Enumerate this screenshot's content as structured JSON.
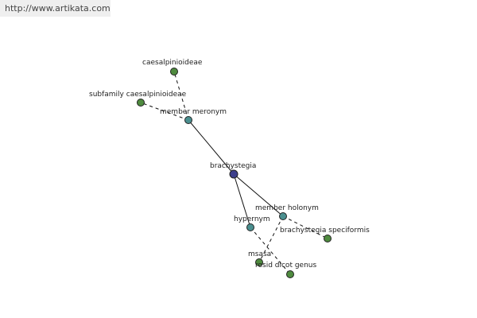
{
  "watermark": {
    "text": "http://www.artikata.com"
  },
  "colors": {
    "center": "#3d3f8c",
    "relation": "#4a8f8f",
    "leaf": "#4f8b3f"
  },
  "nodes": [
    {
      "id": "brachystegia",
      "label": "brachystegia",
      "kind": "center"
    },
    {
      "id": "member-meronym",
      "label": "member meronym",
      "kind": "relation"
    },
    {
      "id": "member-holonym",
      "label": "member holonym",
      "kind": "relation"
    },
    {
      "id": "hypernym",
      "label": "hypernym",
      "kind": "relation"
    },
    {
      "id": "caesalpinioideae",
      "label": "caesalpinioideae",
      "kind": "leaf"
    },
    {
      "id": "subfamily-caesalpinioideae",
      "label": "subfamily caesalpinioideae",
      "kind": "leaf"
    },
    {
      "id": "brachystegia-speciformis",
      "label": "brachystegia speciformis",
      "kind": "leaf"
    },
    {
      "id": "msasa",
      "label": "msasa",
      "kind": "leaf"
    },
    {
      "id": "rosid-dicot-genus",
      "label": "rosid dicot genus",
      "kind": "leaf"
    }
  ],
  "edges": [
    {
      "from": "brachystegia",
      "to": "member-meronym",
      "style": "solid"
    },
    {
      "from": "brachystegia",
      "to": "member-holonym",
      "style": "solid"
    },
    {
      "from": "brachystegia",
      "to": "hypernym",
      "style": "solid"
    },
    {
      "from": "member-meronym",
      "to": "caesalpinioideae",
      "style": "dashed"
    },
    {
      "from": "member-meronym",
      "to": "subfamily-caesalpinioideae",
      "style": "dashed"
    },
    {
      "from": "member-holonym",
      "to": "brachystegia-speciformis",
      "style": "dashed"
    },
    {
      "from": "member-holonym",
      "to": "msasa",
      "style": "dashed"
    },
    {
      "from": "hypernym",
      "to": "rosid-dicot-genus",
      "style": "dashed"
    }
  ]
}
